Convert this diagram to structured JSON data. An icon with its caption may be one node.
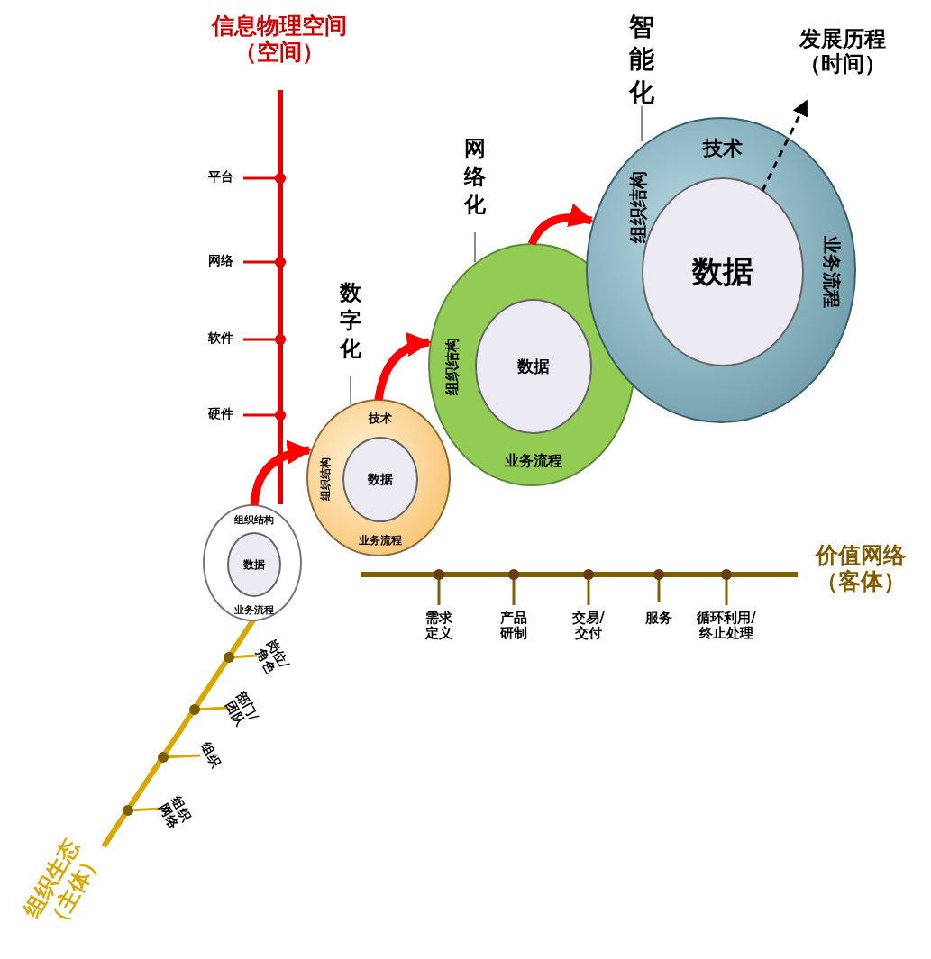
{
  "diagram": {
    "nodes": [
      {
        "text": [
          "智能化"
        ]
      },
      {
        "text": [
          "网络化"
        ]
      },
      {
        "text": [
          "数字化"
        ]
      },
      {
        "text": [
          "技术",
          "组织结构",
          "业务流程"
        ]
      },
      {
        "text": [
          "数据"
        ],
        "in": 3
      },
      {
        "text": [
          "组织结构",
          "业务流程"
        ]
      },
      {
        "text": [
          "数据"
        ],
        "in": 5
      },
      {
        "text": [
          "技术",
          "组织结构",
          "业务流程"
        ]
      },
      {
        "text": [
          "数据"
        ],
        "in": 7
      },
      {
        "text": [
          "组织结构",
          "业务流程"
        ]
      },
      {
        "text": [
          "数据"
        ],
        "in": 9
      },
      {
        "text": [
          "发展历程（时间）"
        ]
      }
    ],
    "edges": [
      {
        "from": 0,
        "to": 3,
        "arrow": "none"
      },
      {
        "from": 1,
        "to": 5,
        "arrow": "none"
      },
      {
        "from": 2,
        "to": 7,
        "arrow": "none"
      },
      {
        "from": 9,
        "to": 7,
        "arrow": "to",
        "style": "thick",
        "color": "#ff0000"
      },
      {
        "from": 7,
        "to": 5,
        "arrow": "to",
        "style": "thick",
        "color": "#ff0000"
      },
      {
        "from": 5,
        "to": 3,
        "arrow": "to",
        "style": "thick",
        "color": "#ff0000"
      },
      {
        "from": 4,
        "to": 11,
        "arrow": "to",
        "style": "dashed",
        "color": "#000000"
      }
    ],
    "labels": [
      "信息物理空间（空间）",
      "平台",
      "网络",
      "软件",
      "硬件",
      "价值网络（客体）",
      "需求定义",
      "产品研制",
      "交易/交付",
      "服务",
      "循环利用/终止处理",
      "组织生态（主体）",
      "岗位/角色",
      "部门/团队",
      "组织",
      "组织网络"
    ]
  }
}
